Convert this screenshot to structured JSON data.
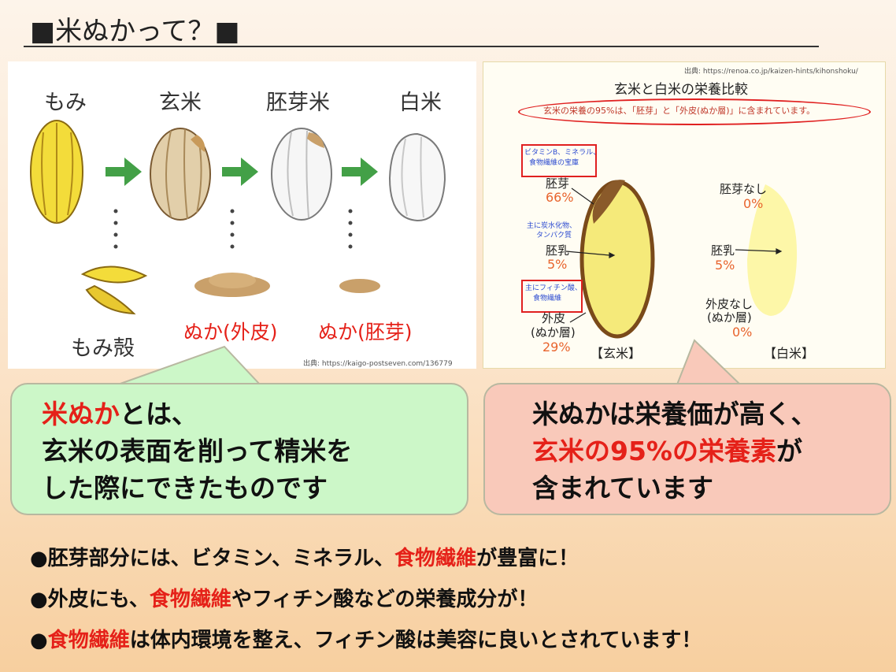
{
  "title": "■米ぬかって？■",
  "left_figure": {
    "labels": {
      "momi": "もみ",
      "genmai": "玄米",
      "haigamai": "胚芽米",
      "hakumai": "白米"
    },
    "bottom_labels": {
      "momigara": "もみ殻",
      "nuka_gaihi": "ぬか(外皮)",
      "nuka_haiga": "ぬか(胚芽)"
    },
    "source": "出典: https://kaigo-postseven.com/136779"
  },
  "right_figure": {
    "source": "出典: https://renoa.co.jp/kaizen-hints/kihonshoku/",
    "title": "玄米と白米の栄養比較",
    "headline": "玄米の栄養の95%は、「胚芽」と「外皮(ぬか層)」に含まれています。",
    "note_vitamin": [
      "ビタミンB、ミネラル、",
      "食物繊維の宝庫"
    ],
    "note_carb": [
      "主に炭水化物、",
      "タンパク質"
    ],
    "note_phytic": [
      "主にフィチン酸、",
      "食物繊維"
    ],
    "genmai": {
      "haiga": "胚芽",
      "haiga_pct": "66%",
      "hainyu": "胚乳",
      "hainyu_pct": "5%",
      "gaihi_1": "外皮",
      "gaihi_2": "(ぬか層)",
      "gaihi_pct": "29%",
      "caption": "【玄米】"
    },
    "hakumai": {
      "haiga": "胚芽なし",
      "haiga_pct": "0%",
      "hainyu": "胚乳",
      "hainyu_pct": "5%",
      "gaihi_1": "外皮なし",
      "gaihi_2": "(ぬか層)",
      "gaihi_pct": "0%",
      "caption": "【白米】"
    },
    "colors": {
      "grain": "#f5ea7a",
      "grain_edge": "#7a4a1a",
      "germ": "#8a5a2a",
      "white_rice": "#fdf7a8"
    }
  },
  "bubble_left": {
    "l1_red": "米ぬか",
    "l1_rest": "とは、",
    "l2": "玄米の表面を削って精米を",
    "l3": "した際にできたものです"
  },
  "bubble_right": {
    "l1": "米ぬかは栄養価が高く、",
    "l2_red": "玄米の95%の栄養素",
    "l2_rest": "が",
    "l3": "含まれています"
  },
  "bullets": {
    "b1_pre": "●胚芽部分には、ビタミン、ミネラル、",
    "b1_red": "食物繊維",
    "b1_post": "が豊富に！",
    "b2_pre": "●外皮にも、",
    "b2_red": "食物繊維",
    "b2_post": "やフィチン酸などの栄養成分が！",
    "b3_pre": "●",
    "b3_red": "食物繊維",
    "b3_post": "は体内環境を整え、フィチン酸は美容に良いとされています！"
  }
}
